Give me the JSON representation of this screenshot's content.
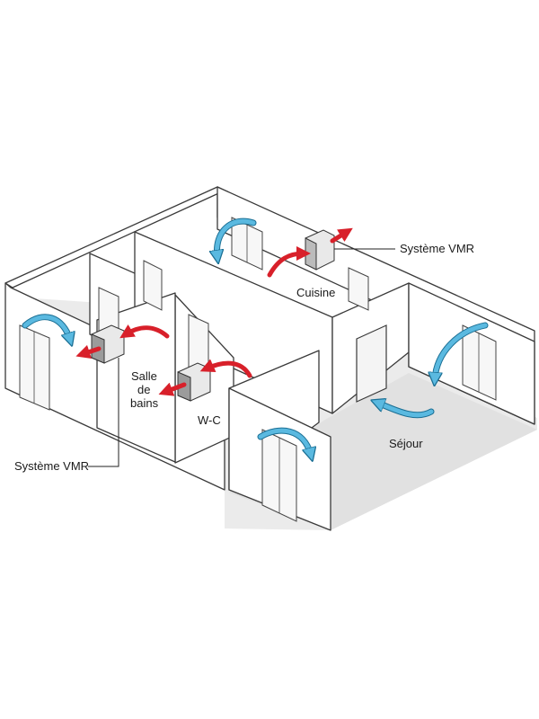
{
  "labels": {
    "vmr_top": "Système VMR",
    "vmr_bottom": "Système VMR",
    "cuisine": "Cuisine",
    "salle_de_bains_1": "Salle",
    "salle_de_bains_2": "de",
    "salle_de_bains_3": "bains",
    "wc": "W-C",
    "sejour": "Séjour"
  },
  "colors": {
    "extract_arrow": "#d8202a",
    "fresh_air_arrow": "#5ab9e0",
    "floor": "#e6e6e6",
    "wall_line": "#3a3a3a"
  }
}
